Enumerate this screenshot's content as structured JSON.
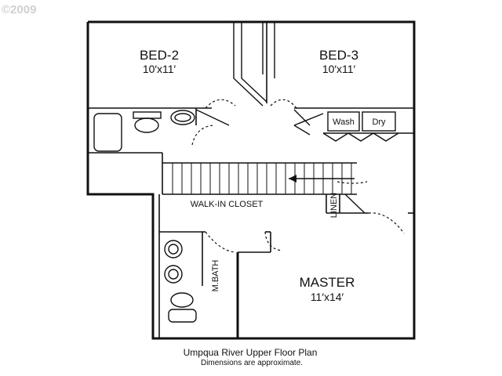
{
  "watermark": "©2009",
  "rooms": {
    "bed2": {
      "name": "BED-2",
      "size": "10′x11′"
    },
    "bed3": {
      "name": "BED-3",
      "size": "10′x11′"
    },
    "master": {
      "name": "MASTER",
      "size": "11′x14′"
    }
  },
  "labels": {
    "wash": "Wash",
    "dry": "Dry",
    "walk_in_closet": "WALK-IN CLOSET",
    "linen": "LINEN",
    "mbath": "M.BATH"
  },
  "caption": {
    "title": "Umpqua River Upper Floor Plan",
    "note": "Dimensions are approximate."
  },
  "colors": {
    "line": "#111111",
    "background": "#ffffff",
    "watermark": "#d0d0d0"
  }
}
